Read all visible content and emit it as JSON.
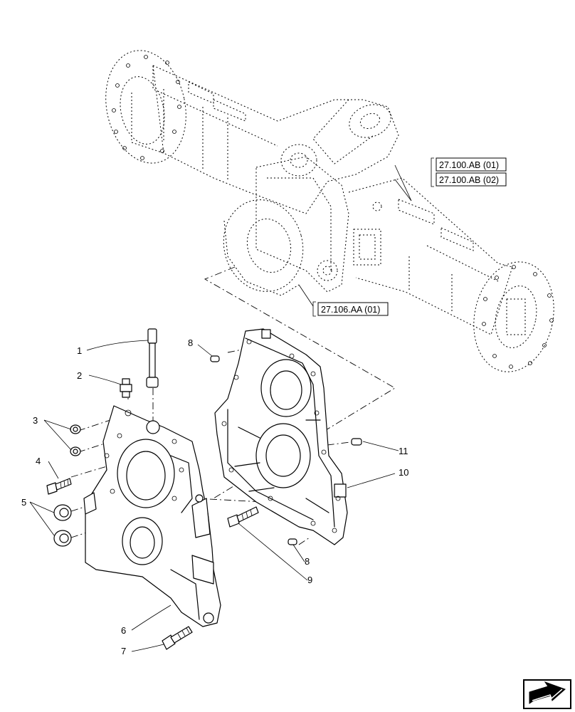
{
  "callouts": [
    "1",
    "2",
    "3",
    "4",
    "5",
    "6",
    "7",
    "8",
    "8",
    "9",
    "10",
    "11"
  ],
  "references": [
    "27.100.AB (01)",
    "27.100.AB (02)",
    "27.106.AA (01)"
  ],
  "nav_icon": "arrow-icon"
}
